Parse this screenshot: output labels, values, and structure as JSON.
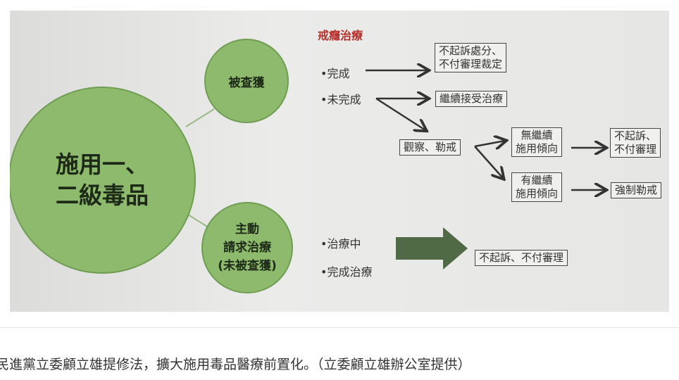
{
  "diagram": {
    "main_circle": "施用一、\n二級毒品",
    "caught_circle": "被查獲",
    "voluntary_circle": "主動\n請求治療\n(未被查獲)",
    "section_title": "戒癮治療",
    "complete": "•完成",
    "incomplete": "•未完成",
    "box_no_prosecution": "不起訴處分、\n不付審理裁定",
    "box_continue": "繼續接受治療",
    "box_observe": "觀察、勒戒",
    "box_no_tendency": "無繼續\n施用傾向",
    "box_tendency": "有繼續\n施用傾向",
    "box_no_prosecute2": "不起訴、\n不付審理",
    "box_compulsory": "強制勒戒",
    "in_treatment": "•治療中",
    "done_treatment": "•完成治療",
    "box_final": "不起訴、不付審理"
  },
  "caption": "民進黨立委顧立雄提修法，擴大施用毒品醫療前置化。（立委顧立雄辦公室提供）"
}
